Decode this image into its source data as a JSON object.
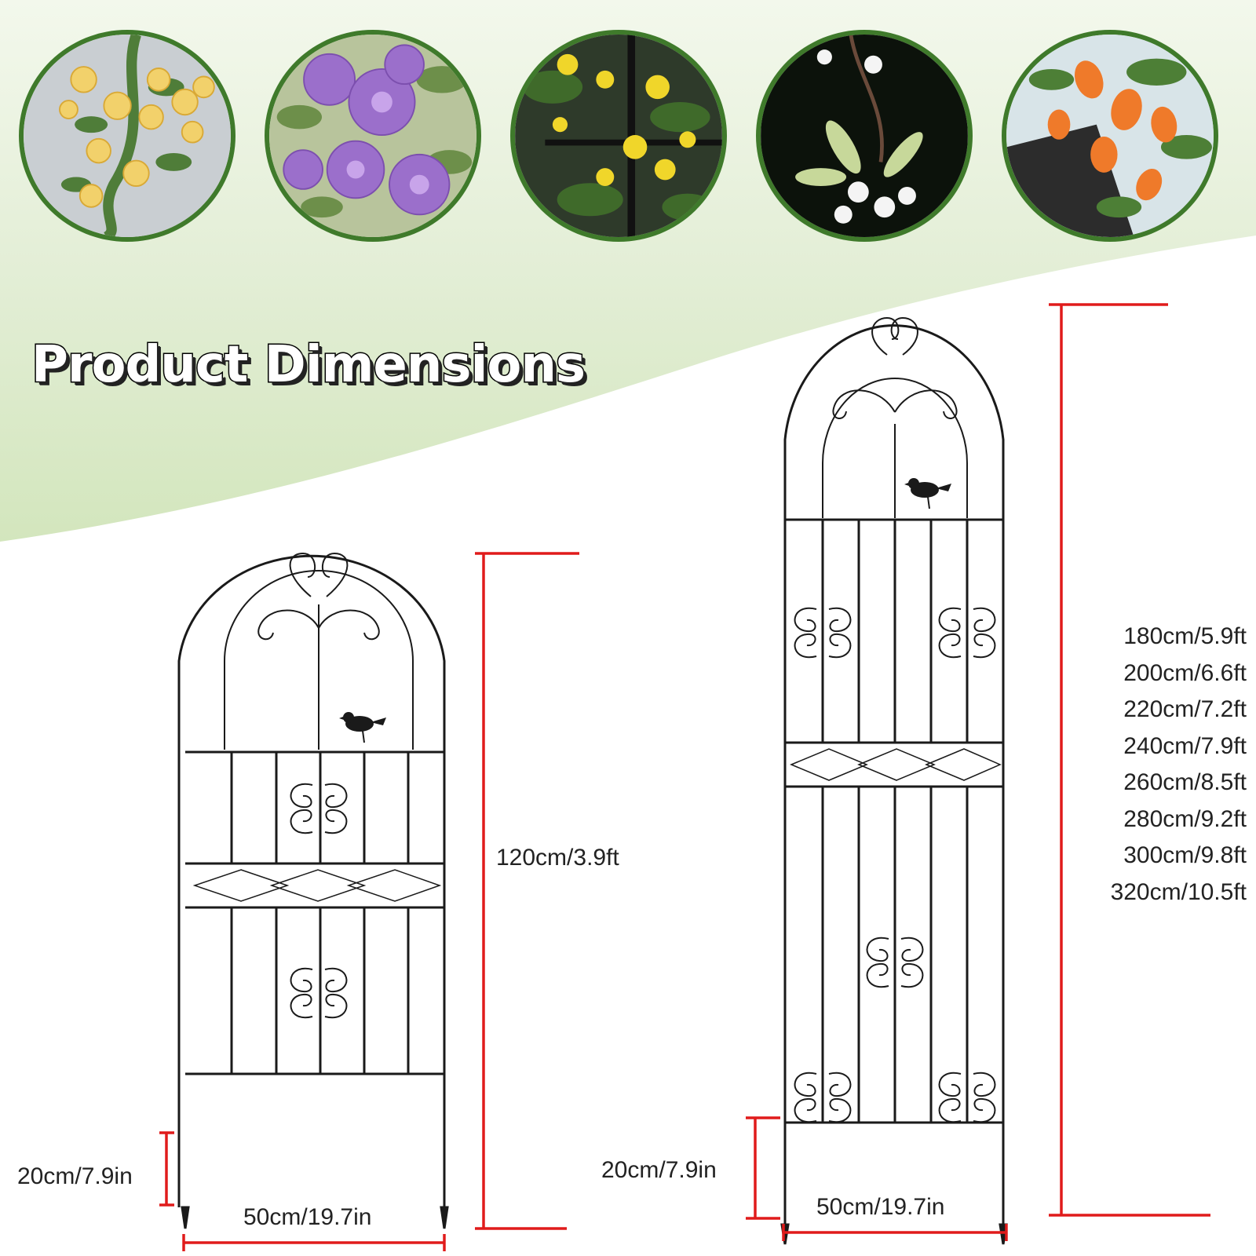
{
  "title": "Product Dimensions",
  "photos": [
    {
      "name": "yellow-rose-vine",
      "flower_color": "#f2d16b",
      "leaf_color": "#4f7d39",
      "bg_color": "#c9ced2"
    },
    {
      "name": "purple-clematis",
      "flower_color": "#9b6fcb",
      "leaf_color": "#6d8f4a",
      "bg_color": "#b8c49c"
    },
    {
      "name": "yellow-jasmine",
      "flower_color": "#f0d62a",
      "leaf_color": "#3f6a2a",
      "bg_color": "#2e3a2a"
    },
    {
      "name": "white-jasmine",
      "flower_color": "#f4f4f4",
      "leaf_color": "#c7d89a",
      "bg_color": "#0c120b"
    },
    {
      "name": "orange-trumpet-vine",
      "flower_color": "#ef7a2a",
      "leaf_color": "#4d7f36",
      "bg_color": "#d8e4e8"
    }
  ],
  "small_trellis": {
    "height_label": "120cm/3.9ft",
    "stake_label": "20cm/7.9in",
    "width_label": "50cm/19.7in"
  },
  "tall_trellis": {
    "height_labels": [
      "180cm/5.9ft",
      "200cm/6.6ft",
      "220cm/7.2ft",
      "240cm/7.9ft",
      "260cm/8.5ft",
      "280cm/9.2ft",
      "300cm/9.8ft",
      "320cm/10.5ft"
    ],
    "stake_label": "20cm/7.9in",
    "width_label": "50cm/19.7in"
  },
  "colors": {
    "measure_line": "#e01b1b",
    "frame": "#1a1a1a",
    "banner_green": "#dcebc9",
    "photo_ring": "#3f7a2b"
  }
}
